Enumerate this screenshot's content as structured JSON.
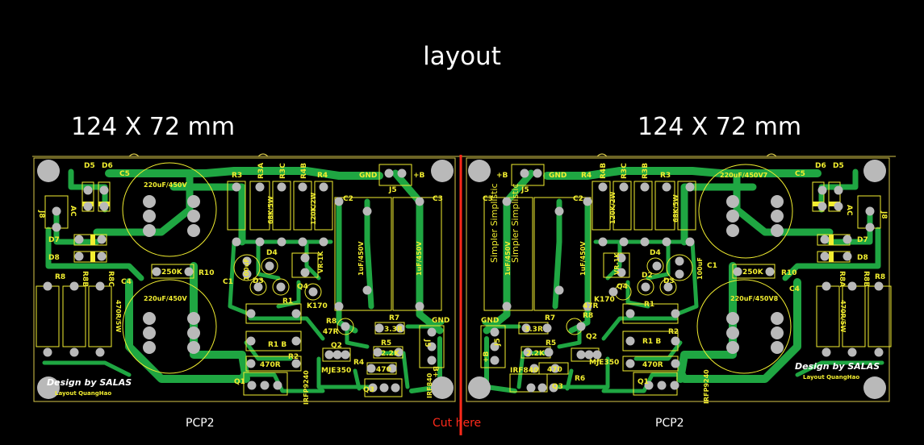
{
  "title": "layout",
  "board_size_left": "124 X 72 mm",
  "board_size_right": "124 X 72 mm",
  "board_name_left": "PCP2",
  "board_name_right": "PCP2",
  "cut_label": "Cut here",
  "colors": {
    "background": "#000000",
    "trace": "#1fa642",
    "silkscreen": "#f2ee30",
    "pad": "#b9b9b9",
    "cut_line": "#ff2a1a",
    "outline": "#d8c84a"
  },
  "left_board": {
    "credit": "Design by SALAS",
    "credit_sub": "Layout QuangHao",
    "side_text": "Simpler Simplistic",
    "labels": {
      "d5": "D5",
      "d6": "D6",
      "c5": "C5",
      "j8": "J8",
      "ac": "AC",
      "d7": "D7",
      "d8": "D8",
      "c5_val": "220uF/450V",
      "c4": "C4",
      "c4_val": "220uF/450V",
      "r8": "R8",
      "r8b": "R8B",
      "r8c": "R8C",
      "r8c_val": "470R/5W",
      "r10_val": "250K",
      "r10": "R10",
      "r3": "R3",
      "r3a": "R3A",
      "r3c": "R3C",
      "r4b": "R4B",
      "r4": "R4",
      "r3a_val": "68K/5W",
      "r4b_val": "120K/2W",
      "gnd_top": "GND",
      "plusb_top": "+B",
      "j5_top": "J5",
      "c2": "C2",
      "c3": "C3",
      "c2_val": "1uF/450V",
      "c3_val": "1uF/450V",
      "c1": "C1",
      "c1_val": "100uF",
      "d4": "D4",
      "d3": "D3",
      "q4": "Q4",
      "vr": "VR-1K",
      "k170": "K170",
      "r1": "R1",
      "r1b": "R1 B",
      "r2": "R2",
      "r2_val": "470R",
      "q1": "Q1",
      "irfp": "IRFP9240",
      "r8s": "R8",
      "r8s_val": "47R",
      "q2": "Q2",
      "mje": "MJE350",
      "r4s": "R4",
      "r7": "R7",
      "r7_val": "3.3R",
      "r5": "R5",
      "r5_val": "2.2K",
      "r6_val": "470",
      "q3": "Q3",
      "irf": "IRF840",
      "gnd_bot": "GND",
      "j5_bot": "J5",
      "plusb_bot": "B+"
    }
  },
  "right_board": {
    "credit": "Design by SALAS",
    "credit_sub": "Layout QuangHao",
    "side_text": "Simpler Simplistic",
    "labels": {
      "plusb_top": "+B",
      "gnd_top": "GND",
      "j5_top": "J5",
      "c3": "C3",
      "c2": "C2",
      "c3_val": "1uF/450V",
      "c2_val": "1uF/450V",
      "r4": "R4",
      "r4b": "R4B",
      "r3c": "R3C",
      "r3b": "R3B",
      "r3": "R3",
      "r4b_val": "120K/2W",
      "r3b_val": "68K/5W",
      "c5_val": "220uF/450V7",
      "c5": "C5",
      "d6": "D6",
      "d5": "D5",
      "ac": "AC",
      "j8": "J8",
      "d7": "D7",
      "d8": "D8",
      "c4_val": "220uF/450V8",
      "c4": "C4",
      "r8a": "R8A",
      "r8b": "R8B",
      "r8": "R8",
      "r8a_val": "470R/5W",
      "r10_val": "250K",
      "r10": "R10",
      "c1": "C1",
      "c1_val": "100uF",
      "vr": "VR-1K",
      "d4": "D4",
      "d2": "D2",
      "d3": "D3",
      "q4": "Q4",
      "k170": "K170",
      "r1": "R1",
      "r1b": "R1 B",
      "r2": "R2",
      "r2_val": "470R",
      "q1": "Q1",
      "irfp": "IRFP9240",
      "gnd_bot": "GND",
      "j5_bot": "J5",
      "plusb_bot": "+B",
      "r7": "R7",
      "r7_val": "3.3R",
      "r5": "R5",
      "r5_val": "2.2K",
      "r8s": "R8",
      "r8s_val": "47R",
      "q2": "Q2",
      "mje": "MJE350",
      "r6_val": "470",
      "r6": "R6",
      "irf": "IRF840",
      "q3": "Q3"
    }
  }
}
